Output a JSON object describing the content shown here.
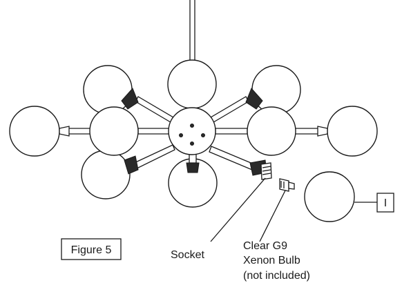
{
  "callouts": {
    "socket": "Socket",
    "bulb_line1": "Clear G9",
    "bulb_line2": "Xenon Bulb",
    "bulb_line3": "(not included)"
  },
  "part_marker": "I",
  "figure_label": "Figure 5",
  "colors": {
    "ink": "#1a1a1a",
    "background": "#ffffff",
    "shade": "#2a2a2a"
  }
}
